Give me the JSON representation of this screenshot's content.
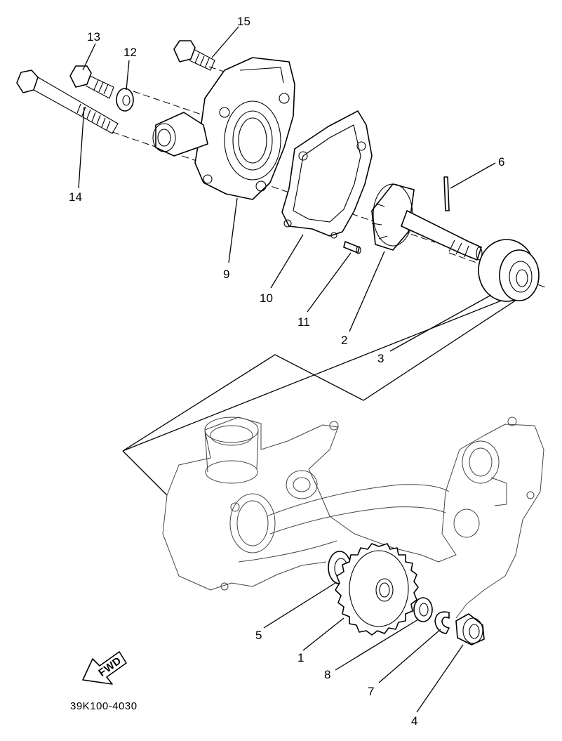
{
  "diagram": {
    "type": "exploded-parts-view",
    "callouts": [
      {
        "id": "1",
        "label": "1"
      },
      {
        "id": "2",
        "label": "2"
      },
      {
        "id": "3",
        "label": "3"
      },
      {
        "id": "4",
        "label": "4"
      },
      {
        "id": "5",
        "label": "5"
      },
      {
        "id": "6",
        "label": "6"
      },
      {
        "id": "7",
        "label": "7"
      },
      {
        "id": "8",
        "label": "8"
      },
      {
        "id": "9",
        "label": "9"
      },
      {
        "id": "10",
        "label": "10"
      },
      {
        "id": "11",
        "label": "11"
      },
      {
        "id": "12",
        "label": "12"
      },
      {
        "id": "13",
        "label": "13"
      },
      {
        "id": "14",
        "label": "14"
      },
      {
        "id": "15",
        "label": "15"
      }
    ],
    "direction_label": "FWD",
    "drawing_code": "39K100-4030"
  }
}
